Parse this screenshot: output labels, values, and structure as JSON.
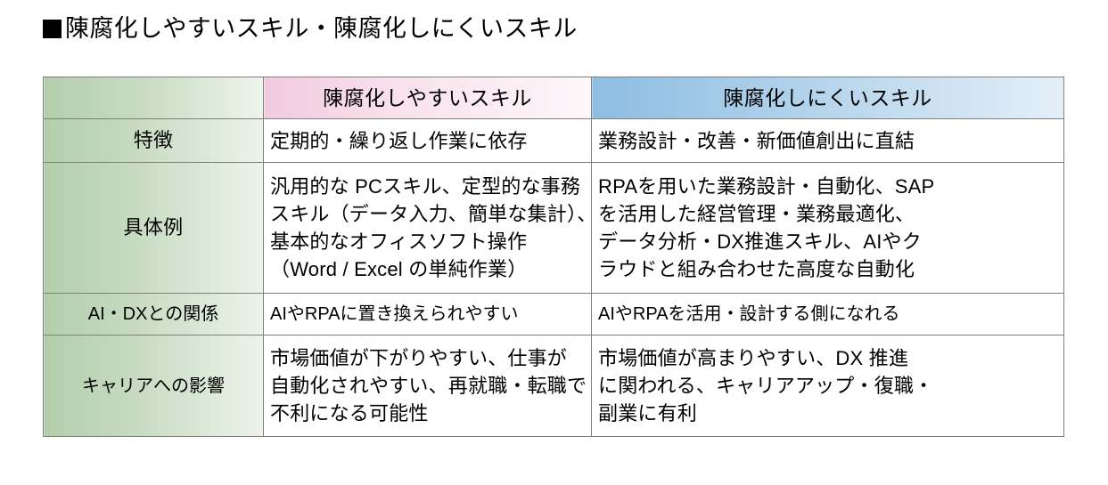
{
  "title": {
    "marker": "black-square-bullet",
    "text": "陳腐化しやすいスキル・陳腐化しにくいスキル"
  },
  "colors": {
    "green_header": "#b3ceab",
    "pink_header": "#f2cade",
    "blue_header": "#8dbde2",
    "border": "#808080",
    "text": "#000000",
    "background": "#ffffff"
  },
  "table": {
    "columns": [
      {
        "key": "label",
        "header": ""
      },
      {
        "key": "easy",
        "header": "陳腐化しやすいスキル"
      },
      {
        "key": "hard",
        "header": "陳腐化しにくいスキル"
      }
    ],
    "rows": [
      {
        "label": "特徴",
        "easy_lines": [
          "定期的・繰り返し作業に依存"
        ],
        "hard_lines": [
          "業務設計・改善・新価値創出に直結"
        ]
      },
      {
        "label": "具体例",
        "easy_lines": [
          "汎用的な PCスキル、定型的な事務",
          "スキル（データ入力、簡単な集計）、",
          "基本的なオフィスソフト操作",
          "（Word / Excel の単純作業）"
        ],
        "hard_lines": [
          "RPAを用いた業務設計・自動化、SAP",
          "を活用した経営管理・業務最適化、",
          "データ分析・DX推進スキル、AIやク",
          "ラウドと組み合わせた高度な自動化"
        ]
      },
      {
        "label": "AI・DXとの関係",
        "easy_lines": [
          "AIやRPAに置き換えられやすい"
        ],
        "hard_lines": [
          "AIやRPAを活用・設計する側になれる"
        ]
      },
      {
        "label": "キャリアへの影響",
        "easy_lines": [
          "市場価値が下がりやすい、仕事が",
          "自動化されやすい、再就職・転職で",
          "不利になる可能性"
        ],
        "hard_lines": [
          "市場価値が高まりやすい、DX 推進",
          "に関われる、キャリアアップ・復職・",
          "副業に有利"
        ]
      }
    ]
  }
}
